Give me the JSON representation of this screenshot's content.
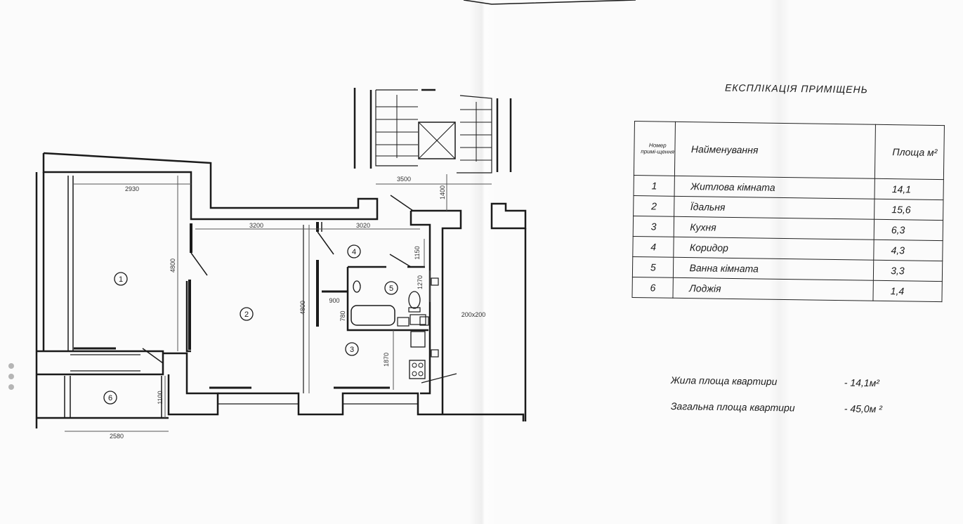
{
  "plan": {
    "room_markers": [
      "1",
      "2",
      "3",
      "4",
      "5",
      "6"
    ],
    "dimensions": [
      "2930",
      "3200",
      "3020",
      "4800",
      "4800",
      "900",
      "780",
      "1270",
      "1150",
      "1870",
      "1100",
      "2580",
      "3500",
      "1400"
    ],
    "vent_label": "200x200"
  },
  "explication": {
    "title": "ЕКСПЛІКАЦІЯ ПРИМІЩЕНЬ",
    "headers": {
      "number": "Номер примі-щення",
      "name": "Найменування",
      "area": "Площа м²"
    },
    "rows": [
      {
        "num": "1",
        "name": "Житлова кімната",
        "area": "14,1"
      },
      {
        "num": "2",
        "name": "Їдальня",
        "area": "15,6"
      },
      {
        "num": "3",
        "name": "Кухня",
        "area": "6,3"
      },
      {
        "num": "4",
        "name": "Коридор",
        "area": "4,3"
      },
      {
        "num": "5",
        "name": "Ванна кімната",
        "area": "3,3"
      },
      {
        "num": "6",
        "name": "Лоджія",
        "area": "1,4"
      }
    ]
  },
  "summary": {
    "living_label": "Жила площа квартири",
    "living_value": "- 14,1м²",
    "total_label": "Загальна площа квартири",
    "total_value": "- 45,0м ²"
  }
}
